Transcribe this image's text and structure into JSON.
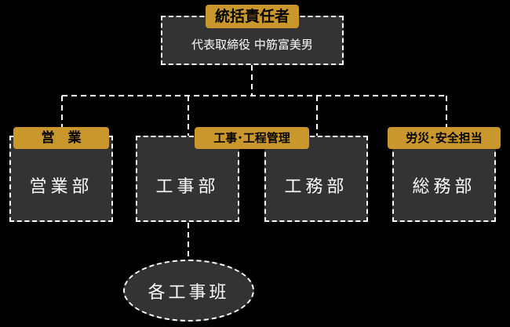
{
  "top": {
    "label": "統括責任者",
    "person": "代表取締役 中筋富美男"
  },
  "groups": {
    "sales_label": "営　業",
    "construction_label": "工事･工程管理",
    "general_label": "労災･安全担当"
  },
  "departments": {
    "sales": "営業部",
    "construction": "工事部",
    "engineering": "工務部",
    "general_affairs": "総務部"
  },
  "teams": {
    "label": "各工事班"
  },
  "colors": {
    "background": "#000000",
    "box_fill": "#333333",
    "label_gold": "#c9972b",
    "line": "#ffffff"
  }
}
